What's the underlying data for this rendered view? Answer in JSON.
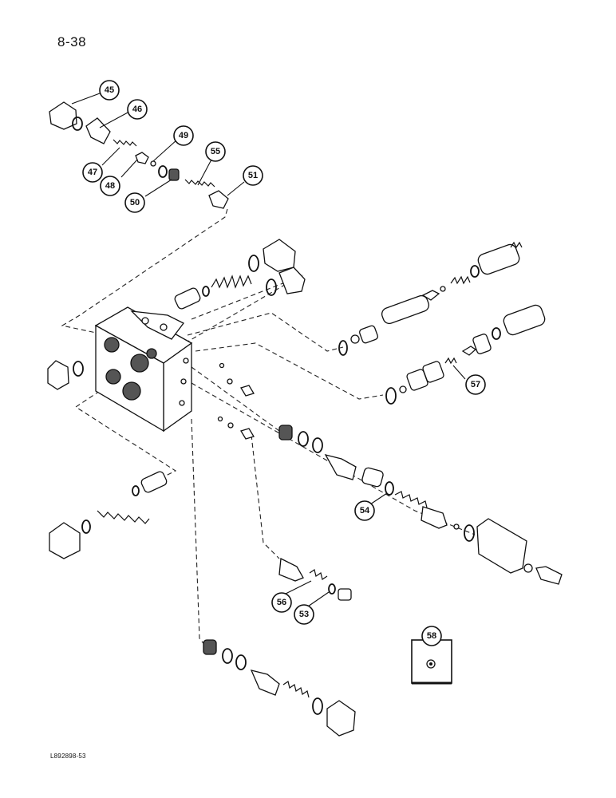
{
  "page_number": "8-38",
  "drawing_code": "L892898-53",
  "callouts": [
    {
      "id": "45",
      "label": "45"
    },
    {
      "id": "46",
      "label": "46"
    },
    {
      "id": "47",
      "label": "47"
    },
    {
      "id": "48",
      "label": "48"
    },
    {
      "id": "49",
      "label": "49"
    },
    {
      "id": "50",
      "label": "50"
    },
    {
      "id": "51",
      "label": "51"
    },
    {
      "id": "55",
      "label": "55"
    },
    {
      "id": "57",
      "label": "57"
    },
    {
      "id": "54",
      "label": "54"
    },
    {
      "id": "56",
      "label": "56"
    },
    {
      "id": "53",
      "label": "53"
    },
    {
      "id": "58",
      "label": "58"
    }
  ]
}
